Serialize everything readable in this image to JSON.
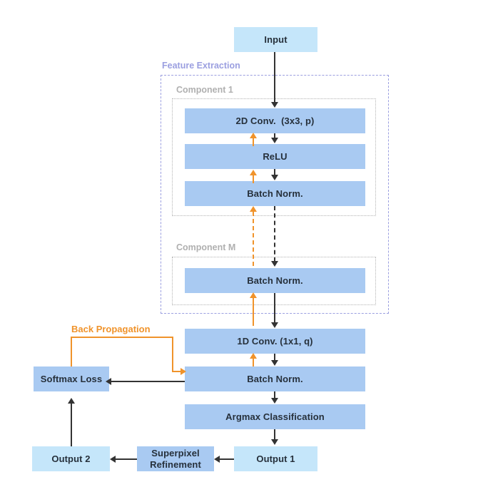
{
  "diagram": {
    "title": "CNN Segmentation Architecture Flow Diagram",
    "colors": {
      "node_light_blue": "#c5e6fa",
      "node_mid_blue": "#a9caf2",
      "group_feature_extraction_border": "#9b9fe0",
      "group_component_border": "#b3b3b3",
      "forward_arrow": "#333333",
      "back_propagation_arrow": "#f0932b",
      "text": "#26303b"
    },
    "groups": {
      "feature_extraction": {
        "label": "Feature Extraction",
        "style": "dashed-purple"
      },
      "component_1": {
        "label": "Component 1",
        "style": "dotted-gray"
      },
      "component_m": {
        "label": "Component M",
        "style": "dotted-gray"
      }
    },
    "annotations": {
      "back_propagation": "Back Propagation"
    },
    "nodes": {
      "input": "Input",
      "conv2d": "2D Conv.  (3x3, p)",
      "relu": "ReLU",
      "batch_norm_1": "Batch Norm.",
      "batch_norm_m": "Batch Norm.",
      "conv1d": "1D Conv. (1x1, q)",
      "batch_norm_final": "Batch Norm.",
      "argmax": "Argmax Classification",
      "softmax_loss": "Softmax Loss",
      "output_1": "Output 1",
      "superpixel_refinement": "Superpixel\nRefinement",
      "output_2": "Output 2"
    }
  }
}
